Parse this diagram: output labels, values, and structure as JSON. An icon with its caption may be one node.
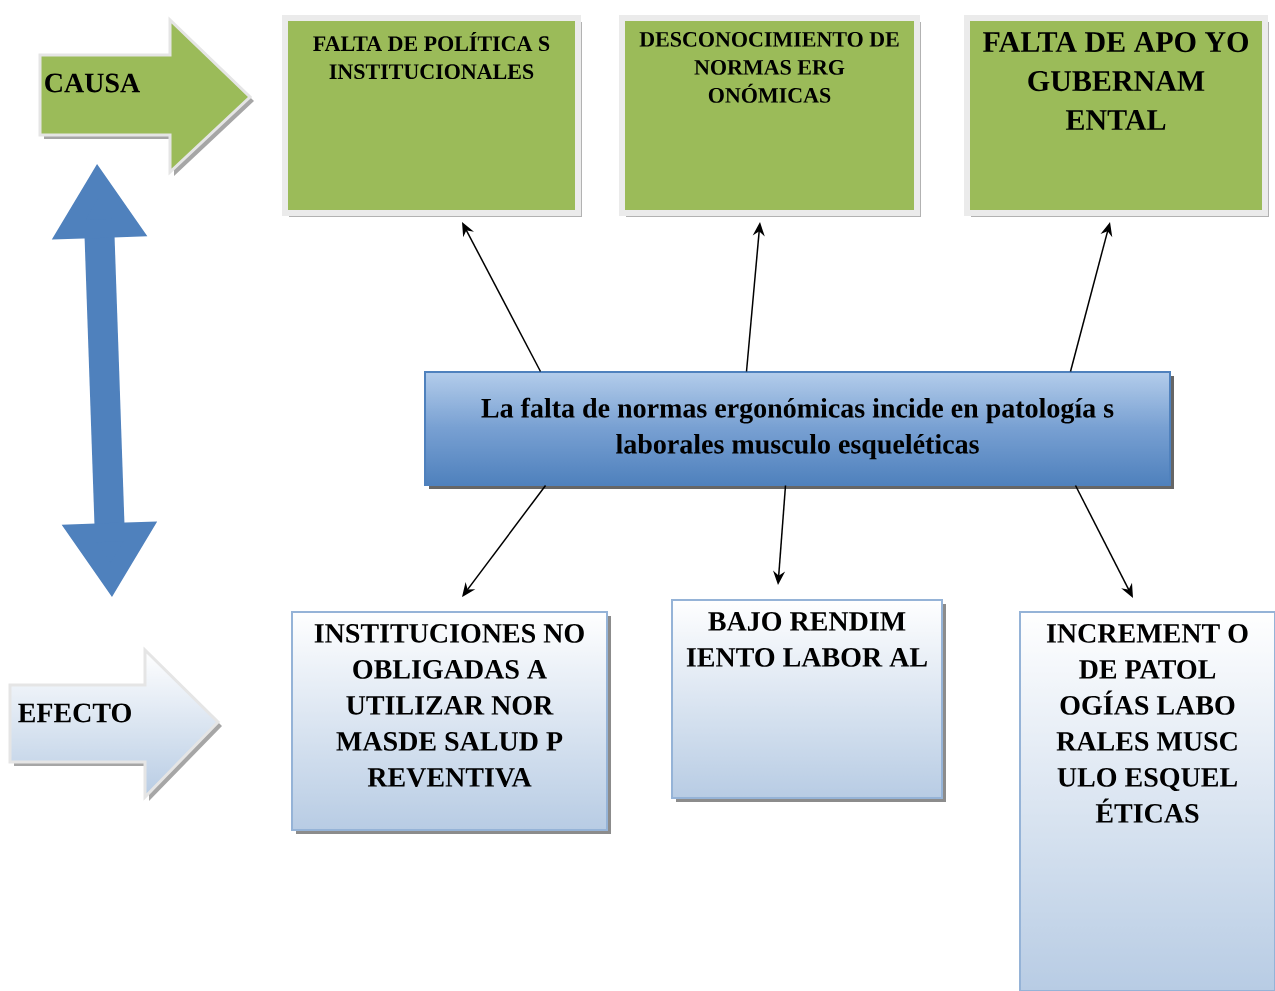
{
  "diagram": {
    "nodes": [
      {
        "text": [
          "CAUSA"
        ]
      },
      {
        "text": [
          "FALTA DE POLÍTICA S INSTITUCIONALES"
        ]
      },
      {
        "text": [
          "DESCONOCIMIENTO DE NORMAS ERG ONÓMICAS"
        ]
      },
      {
        "text": [
          "FALTA DE APO YO GUBERNAM ENTAL"
        ]
      },
      {
        "text": [
          "La falta de normas ergonómicas incide en patología s laborales musculo esqueléticas"
        ]
      },
      {
        "text": [
          "EFECTO"
        ]
      },
      {
        "text": [
          "INSTITUCIONES NO OBLIGADAS A UTILIZAR NOR MASDE SALUD P REVENTIVA"
        ]
      },
      {
        "text": [
          "BAJO RENDIM IENTO LABOR AL"
        ]
      },
      {
        "text": [
          "INCREMENT O DE PATOL OGÍAS LABO RALES MUSC ULO ESQUEL ÉTICAS"
        ]
      }
    ],
    "edges": [
      {
        "from": 0,
        "to": 5,
        "arrow": "both",
        "style": "thick",
        "color": "#4f81bd"
      },
      {
        "from": 4,
        "to": 1,
        "arrow": "to"
      },
      {
        "from": 4,
        "to": 2,
        "arrow": "to"
      },
      {
        "from": 4,
        "to": 3,
        "arrow": "to"
      },
      {
        "from": 4,
        "to": 6,
        "arrow": "to"
      },
      {
        "from": 4,
        "to": 7,
        "arrow": "to"
      },
      {
        "from": 4,
        "to": 8,
        "arrow": "to"
      }
    ]
  }
}
